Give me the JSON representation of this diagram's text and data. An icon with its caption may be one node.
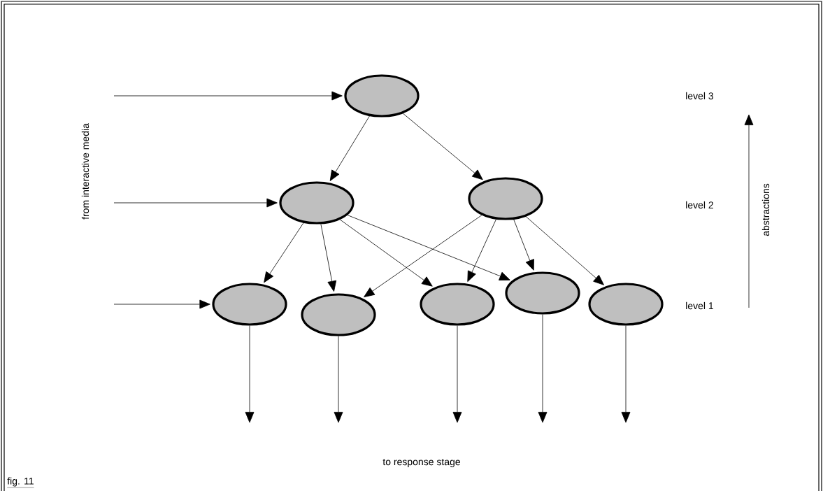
{
  "diagram": {
    "nodes": [
      {
        "text": [],
        "shape": "circle"
      },
      {
        "text": [],
        "shape": "circle"
      },
      {
        "text": [],
        "shape": "circle"
      },
      {
        "text": [],
        "shape": "circle"
      },
      {
        "text": [],
        "shape": "circle"
      },
      {
        "text": [],
        "shape": "circle"
      },
      {
        "text": [],
        "shape": "circle"
      },
      {
        "text": [],
        "shape": "circle"
      }
    ],
    "edges": [
      {
        "from": 0,
        "to": 1,
        "arrow": "to"
      },
      {
        "from": 0,
        "to": 2,
        "arrow": "to"
      },
      {
        "from": 1,
        "to": 3,
        "arrow": "to"
      },
      {
        "from": 1,
        "to": 4,
        "arrow": "to"
      },
      {
        "from": 1,
        "to": 5,
        "arrow": "to"
      },
      {
        "from": 1,
        "to": 6,
        "arrow": "to"
      },
      {
        "from": 2,
        "to": 4,
        "arrow": "to"
      },
      {
        "from": 2,
        "to": 5,
        "arrow": "to"
      },
      {
        "from": 2,
        "to": 6,
        "arrow": "to"
      },
      {
        "from": 2,
        "to": 7,
        "arrow": "to"
      },
      {
        "from": null,
        "to": 0,
        "arrow": "to"
      },
      {
        "from": null,
        "to": 1,
        "arrow": "to"
      },
      {
        "from": null,
        "to": 3,
        "arrow": "to"
      },
      {
        "from": 3,
        "to": null,
        "arrow": "to"
      },
      {
        "from": 4,
        "to": null,
        "arrow": "to"
      },
      {
        "from": 5,
        "to": null,
        "arrow": "to"
      },
      {
        "from": 6,
        "to": null,
        "arrow": "to"
      },
      {
        "from": 7,
        "to": null,
        "arrow": "to"
      }
    ],
    "labels": [
      "from interactive media",
      "level 3",
      "level 2",
      "level 1",
      "abstractions",
      "to response stage",
      "fig. 11"
    ]
  }
}
